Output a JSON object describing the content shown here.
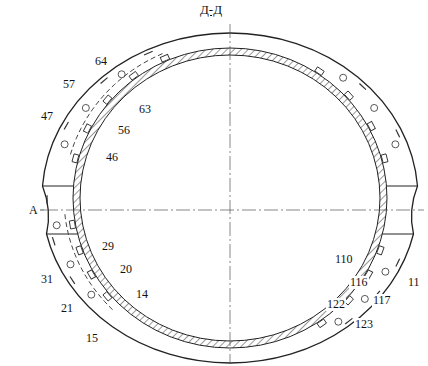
{
  "diagram": {
    "title": "Д-Д",
    "labels": [
      "64",
      "57",
      "47",
      "63",
      "56",
      "46",
      "A",
      "29",
      "20",
      "14",
      "31",
      "21",
      "15",
      "110",
      "116",
      "122",
      "11",
      "117",
      "123"
    ]
  }
}
